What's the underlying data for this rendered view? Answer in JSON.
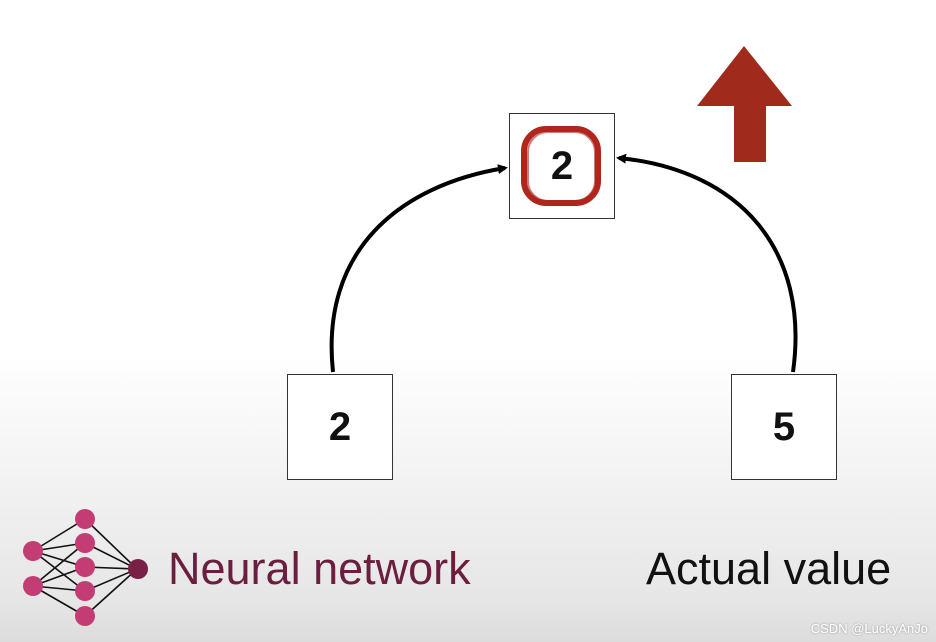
{
  "diagram": {
    "top_value": "2",
    "left_value": "2",
    "right_value": "5",
    "left_caption": "Neural network",
    "right_caption": "Actual value",
    "watermark": "CSDN @LuckyAnJo"
  },
  "colors": {
    "highlight_ring": "#b0261c",
    "up_arrow": "#a02a1c",
    "network_node": "#c43c74",
    "network_output_node": "#7a1f45",
    "caption_network": "#6b1e3f",
    "caption_actual": "#111111"
  },
  "icons": {
    "up_arrow": "arrow-up-icon",
    "network": "neural-network-icon"
  }
}
